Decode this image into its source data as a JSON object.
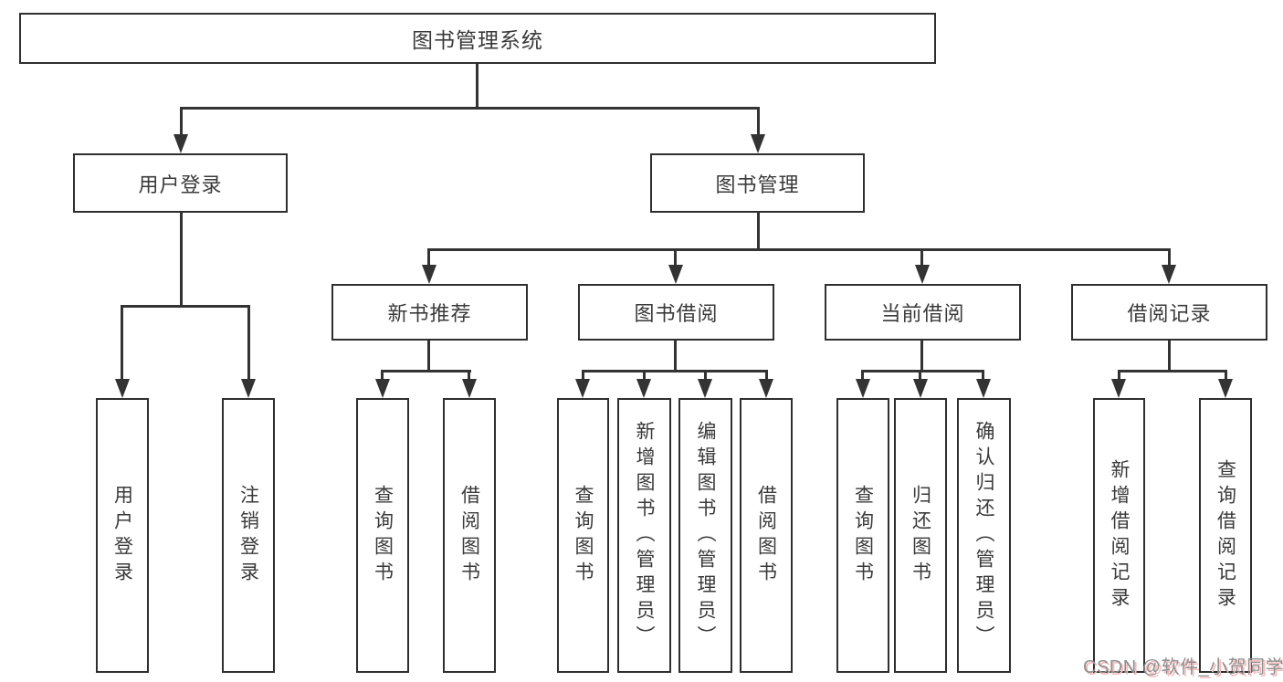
{
  "diagram_title": "图书管理系统",
  "nodes": {
    "root": "图书管理系统",
    "level2": [
      "用户登录",
      "图书管理"
    ],
    "level3": [
      "新书推荐",
      "图书借阅",
      "当前借阅",
      "借阅记录"
    ],
    "leaves": {
      "user_login": [
        "用户登录",
        "注销登录"
      ],
      "new_book_recommend": [
        "查询图书",
        "借阅图书"
      ],
      "book_borrow": [
        "查询图书",
        "新增图书（管理员）",
        "编辑图书（管理员）",
        "借阅图书"
      ],
      "current_borrow": [
        "查询图书",
        "归还图书",
        "确认归还（管理员）"
      ],
      "borrow_record": [
        "新增借阅记录",
        "查询借阅记录"
      ]
    }
  },
  "watermark": {
    "text": "CSDN @软件_小贺同学"
  },
  "colors": {
    "background": "#ffffff",
    "line": "#333333",
    "box_border": "#2f2f2f",
    "text": "#3a3a3a",
    "watermark_gray": "#8f8f8f",
    "watermark_pink": "#f5b8b8"
  }
}
